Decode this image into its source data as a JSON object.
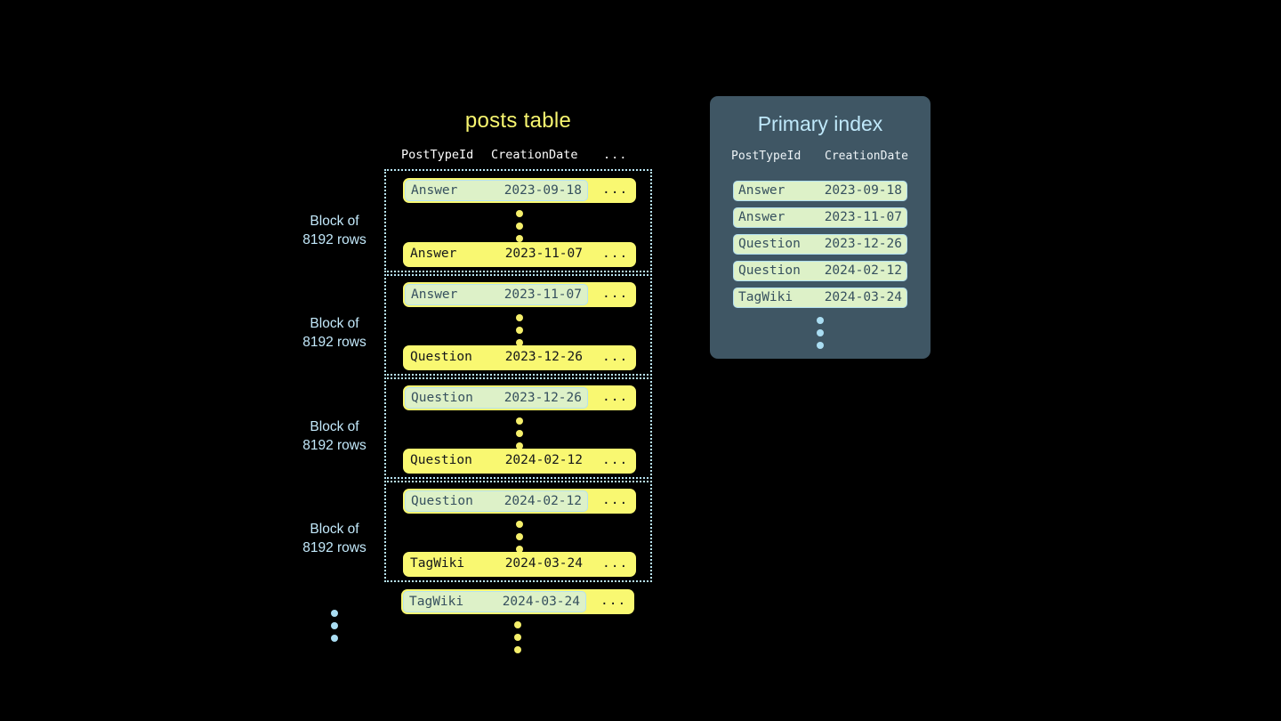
{
  "posts_table": {
    "title": "posts table",
    "columns": [
      "PostTypeId",
      "CreationDate",
      "..."
    ],
    "ellipsis_cell": "...",
    "blocks": [
      {
        "label_line1": "Block of",
        "label_line2": "8192 rows",
        "first_row": {
          "post_type_id": "Answer",
          "creation_date": "2023-09-18",
          "highlighted": true
        },
        "last_row": {
          "post_type_id": "Answer",
          "creation_date": "2023-11-07",
          "highlighted": false
        }
      },
      {
        "label_line1": "Block of",
        "label_line2": "8192 rows",
        "first_row": {
          "post_type_id": "Answer",
          "creation_date": "2023-11-07",
          "highlighted": true
        },
        "last_row": {
          "post_type_id": "Question",
          "creation_date": "2023-12-26",
          "highlighted": false
        }
      },
      {
        "label_line1": "Block of",
        "label_line2": "8192 rows",
        "first_row": {
          "post_type_id": "Question",
          "creation_date": "2023-12-26",
          "highlighted": true
        },
        "last_row": {
          "post_type_id": "Question",
          "creation_date": "2024-02-12",
          "highlighted": false
        }
      },
      {
        "label_line1": "Block of",
        "label_line2": "8192 rows",
        "first_row": {
          "post_type_id": "Question",
          "creation_date": "2024-02-12",
          "highlighted": true
        },
        "last_row": {
          "post_type_id": "TagWiki",
          "creation_date": "2024-03-24",
          "highlighted": false
        }
      }
    ],
    "trailing_row": {
      "post_type_id": "TagWiki",
      "creation_date": "2024-03-24",
      "highlighted": true
    }
  },
  "primary_index": {
    "title": "Primary index",
    "columns": [
      "PostTypeId",
      "CreationDate"
    ],
    "rows": [
      {
        "post_type_id": "Answer",
        "creation_date": "2023-09-18"
      },
      {
        "post_type_id": "Answer",
        "creation_date": "2023-11-07"
      },
      {
        "post_type_id": "Question",
        "creation_date": "2023-12-26"
      },
      {
        "post_type_id": "Question",
        "creation_date": "2024-02-12"
      },
      {
        "post_type_id": "TagWiki",
        "creation_date": "2024-03-24"
      }
    ]
  },
  "colors": {
    "background": "#000000",
    "row_yellow": "#f9f871",
    "highlight_green": "#ddf1c8",
    "highlight_border_blue": "#b6e2f0",
    "panel_slate": "#3f5664",
    "title_yellow": "#f7f56f",
    "title_blue": "#bfe8fa",
    "label_blue": "#c3e9fb",
    "dot_yellow": "#f5ef6b",
    "dot_blue": "#aaddf2"
  }
}
